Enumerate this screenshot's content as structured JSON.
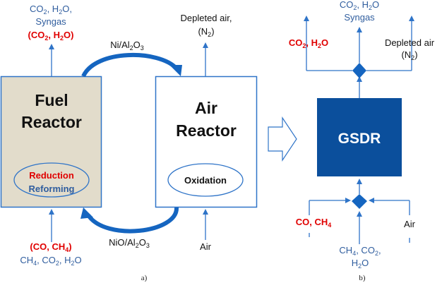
{
  "colors": {
    "accent_blue": "#2f74c8",
    "dark_blue": "#0b4f9c",
    "fuel_reactor_fill": "#e2dccb",
    "red": "#e00000",
    "text_blue": "#2f5d9e"
  },
  "panel_a": {
    "caption": "a)",
    "fuel_reactor": {
      "title_line1": "Fuel",
      "title_line2": "Reactor",
      "ellipse_line1": "Reduction",
      "ellipse_line2": "Reforming",
      "outlet": {
        "line1_a": "CO",
        "line1_sub1": "2",
        "line1_b": ", H",
        "line1_sub2": "2",
        "line1_c": "O,",
        "line2": "Syngas",
        "line3_a": "(CO",
        "line3_sub1": "2",
        "line3_b": ", H",
        "line3_sub2": "2",
        "line3_c": "O)"
      },
      "inlet": {
        "line1_a": "(CO, CH",
        "line1_sub": "4",
        "line1_b": ")",
        "line2_a": "CH",
        "line2_sub1": "4",
        "line2_b": ", CO",
        "line2_sub2": "2",
        "line2_c": ", H",
        "line2_sub3": "2",
        "line2_d": "O"
      }
    },
    "air_reactor": {
      "title_line1": "Air",
      "title_line2": "Reactor",
      "ellipse_label": "Oxidation",
      "outlet": {
        "line1": "Depleted air,",
        "line2_a": "(N",
        "line2_sub": "2",
        "line2_b": ")"
      },
      "inlet": "Air"
    },
    "top_loop": {
      "a": "Ni/Al",
      "sub1": "2",
      "b": "O",
      "sub2": "3"
    },
    "bottom_loop": {
      "a": "NiO/Al",
      "sub1": "2",
      "b": "O",
      "sub2": "3"
    }
  },
  "panel_b": {
    "caption": "b)",
    "reactor_label": "GSDR",
    "outlets": {
      "left": {
        "a": "CO",
        "sub1": "2",
        "b": ", H",
        "sub2": "2",
        "c": "O"
      },
      "center_line1": {
        "a": "CO",
        "sub1": "2",
        "b": ", H",
        "sub2": "2",
        "c": "O"
      },
      "center_line2": "Syngas",
      "right_line1": "Depleted air",
      "right_line2": {
        "a": "(N",
        "sub": "2",
        "b": ")"
      }
    },
    "inlets": {
      "left": {
        "a": "CO, CH",
        "sub": "4"
      },
      "center_line1": {
        "a": "CH",
        "sub1": "4",
        "b": ", CO",
        "sub2": "2",
        "c": ","
      },
      "center_line2": {
        "a": "H",
        "sub": "2",
        "b": "O"
      },
      "right": "Air"
    }
  }
}
